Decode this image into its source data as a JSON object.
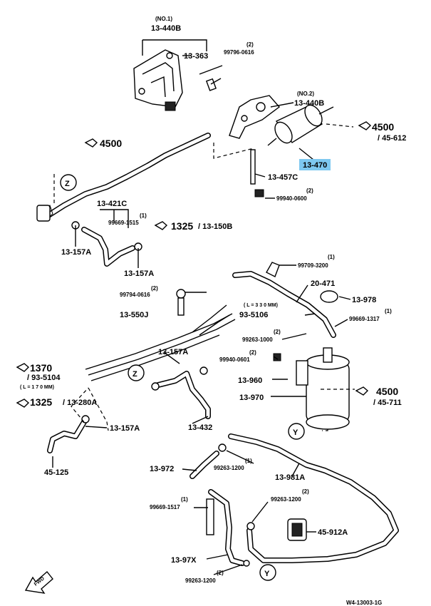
{
  "colors": {
    "highlight": "#7ec8f0",
    "ink": "#000000",
    "paper": "#ffffff"
  },
  "labels": {
    "no1": "(NO.1)",
    "p_13_440B_top": "13-440B",
    "p_13_363": "13-363",
    "qty_2_a": "(2)",
    "p_99796_0616": "99796-0616",
    "no2": "(NO.2)",
    "p_13_440B_mid": "13-440B",
    "ref_4500_top": "4500",
    "ref_45_612": "/ 45-612",
    "ref_4500_left": "4500",
    "p_13_470": "13-470",
    "p_13_457C": "13-457C",
    "qty_2_b": "(2)",
    "p_99940_0600": "99940-0600",
    "p_13_421C": "13-421C",
    "qty_1_a": "(1)",
    "p_99669_1515": "99669-1515",
    "ref_1325_mid": "1325",
    "ref_13_150B": "/ 13-150B",
    "p_13_157A_a": "13-157A",
    "p_13_157A_b": "13-157A",
    "qty_1_b": "(1)",
    "p_99709_3200": "99709-3200",
    "p_20_471": "20-471",
    "qty_2_c": "(2)",
    "p_99794_0616": "99794-0616",
    "p_13_978": "13-978",
    "len_330": "( L = 3 3 0 MM)",
    "p_93_5106": "93-5106",
    "qty_1_c": "(1)",
    "p_99669_1317": "99669-1317",
    "p_13_550J": "13-550J",
    "qty_2_d": "(2)",
    "p_99263_1000": "99263-1000",
    "qty_2_e": "(2)",
    "p_99940_0601": "99940-0601",
    "p_13_157A_c": "13-157A",
    "ref_1370": "1370",
    "ref_93_5104": "/ 93-5104",
    "len_170": "( L = 1 7 0 MM)",
    "p_13_960": "13-960",
    "ref_4500_low": "4500",
    "ref_45_711": "/ 45-711",
    "p_13_970": "13-970",
    "ref_1325_low": "1325",
    "ref_13_280A": "/ 13-280A",
    "p_13_432": "13-432",
    "p_13_157A_d": "13-157A",
    "p_45_125": "45-125",
    "p_13_972": "13-972",
    "qty_1_d": "(1)",
    "p_99263_1200_a": "99263-1200",
    "p_13_981A": "13-981A",
    "qty_1_e": "(1)",
    "p_99669_1517": "99669-1517",
    "qty_2_f": "(2)",
    "p_99263_1200_b": "99263-1200",
    "p_45_912A": "45-912A",
    "p_13_97X": "13-97X",
    "qty_2_g": "(2)",
    "p_99263_1200_c": "99263-1200",
    "callout_z": "Z",
    "callout_y": "Y",
    "front_arrow": "FWD",
    "footer_code": "W4-13003-1G"
  }
}
